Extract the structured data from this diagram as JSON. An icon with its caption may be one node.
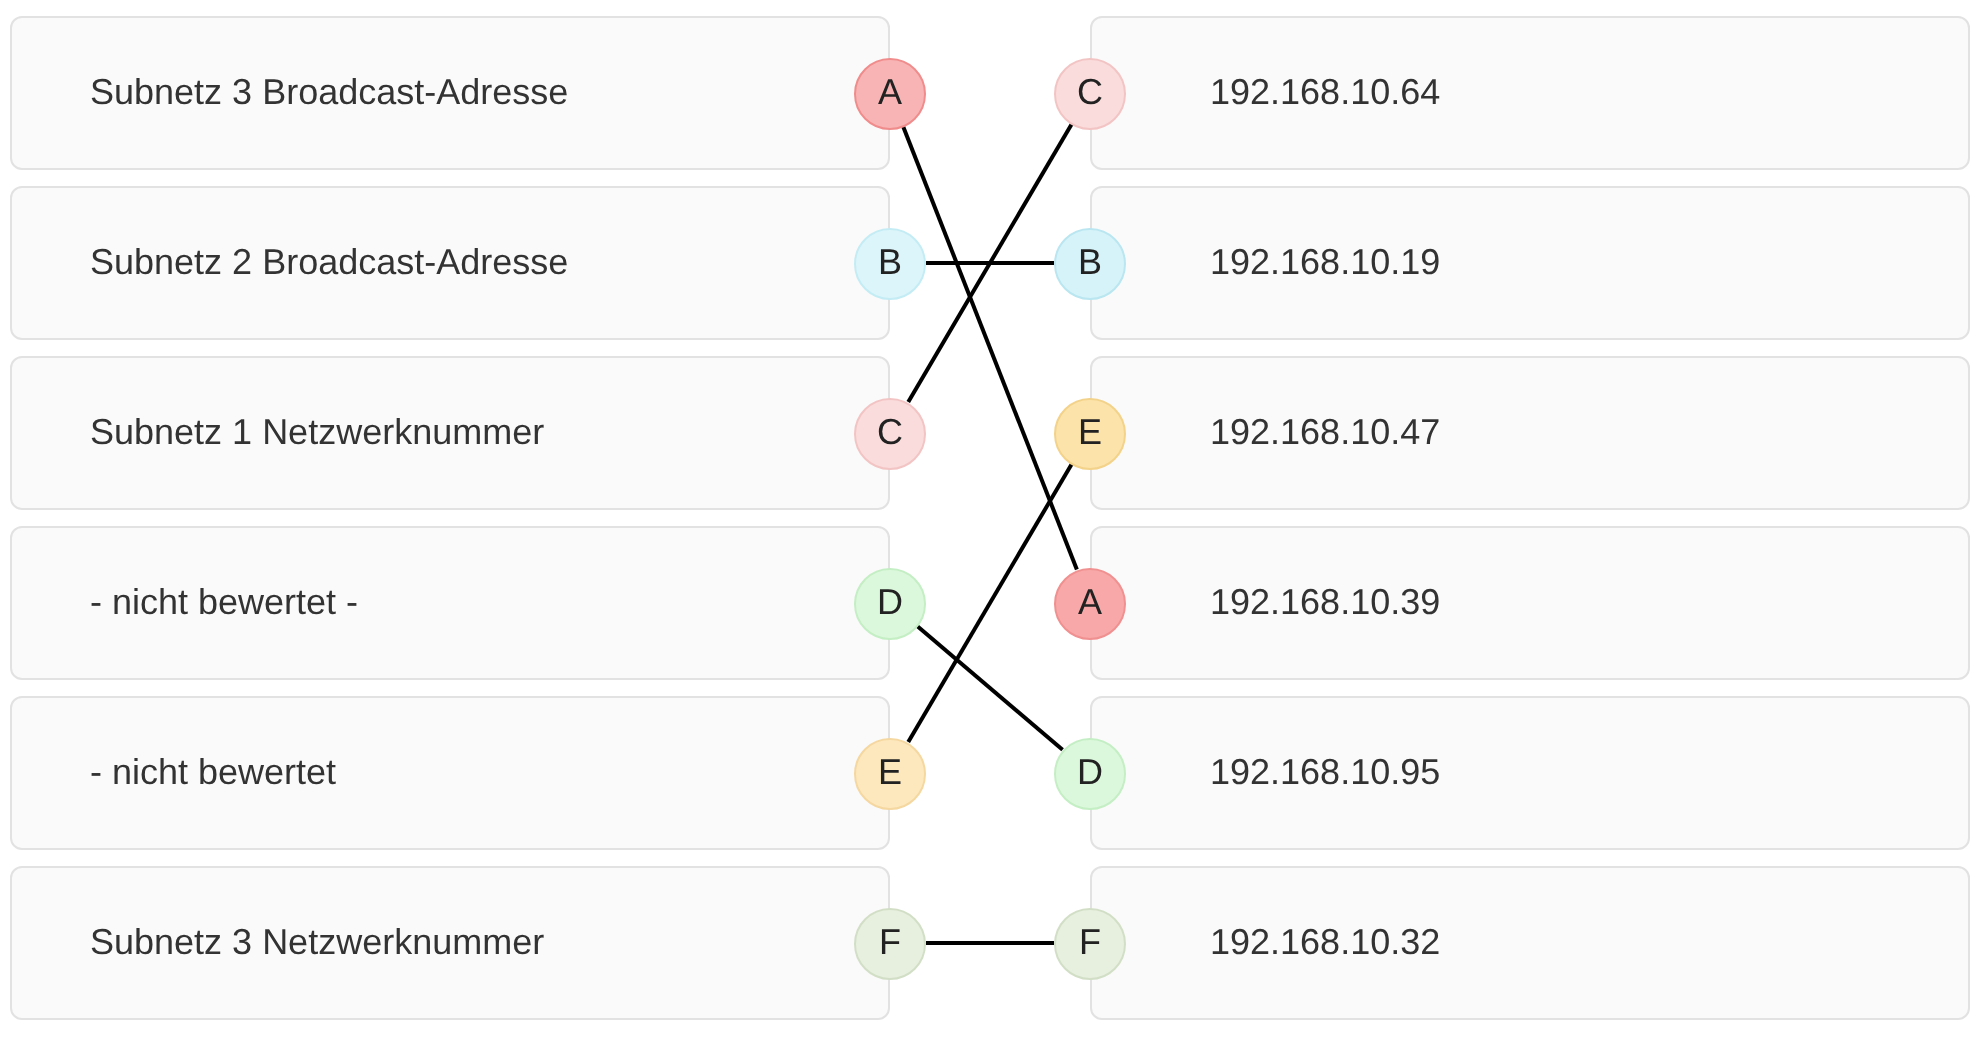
{
  "diagram": {
    "nodes": [
      {
        "text": [
          "Subnetz 3 Broadcast-Adresse"
        ]
      },
      {
        "text": [
          "A"
        ]
      },
      {
        "text": [
          "C"
        ]
      },
      {
        "text": [
          "192.168.10.64"
        ]
      },
      {
        "text": [
          "Subnetz 2 Broadcast-Adresse"
        ]
      },
      {
        "text": [
          "B"
        ]
      },
      {
        "text": [
          "B"
        ]
      },
      {
        "text": [
          "192.168.10.19"
        ]
      },
      {
        "text": [
          "Subnetz 1 Netzwerknummer"
        ]
      },
      {
        "text": [
          "C"
        ]
      },
      {
        "text": [
          "E"
        ]
      },
      {
        "text": [
          "192.168.10.47"
        ]
      },
      {
        "text": [
          "- nicht bewertet -"
        ]
      },
      {
        "text": [
          "D"
        ]
      },
      {
        "text": [
          "A"
        ]
      },
      {
        "text": [
          "192.168.10.39"
        ]
      },
      {
        "text": [
          "- nicht bewertet"
        ]
      },
      {
        "text": [
          "E"
        ]
      },
      {
        "text": [
          "D"
        ]
      },
      {
        "text": [
          "192.168.10.95"
        ]
      },
      {
        "text": [
          "Subnetz 3 Netzwerknummer"
        ]
      },
      {
        "text": [
          "F"
        ]
      },
      {
        "text": [
          "F"
        ]
      },
      {
        "text": [
          "192.168.10.32"
        ]
      }
    ],
    "edges": [
      {
        "from": 1,
        "to": 14,
        "arrow": "none"
      },
      {
        "from": 5,
        "to": 6,
        "arrow": "none"
      },
      {
        "from": 9,
        "to": 2,
        "arrow": "none"
      },
      {
        "from": 13,
        "to": 18,
        "arrow": "none"
      },
      {
        "from": 17,
        "to": 10,
        "arrow": "none"
      },
      {
        "from": 21,
        "to": 22,
        "arrow": "none"
      }
    ]
  }
}
